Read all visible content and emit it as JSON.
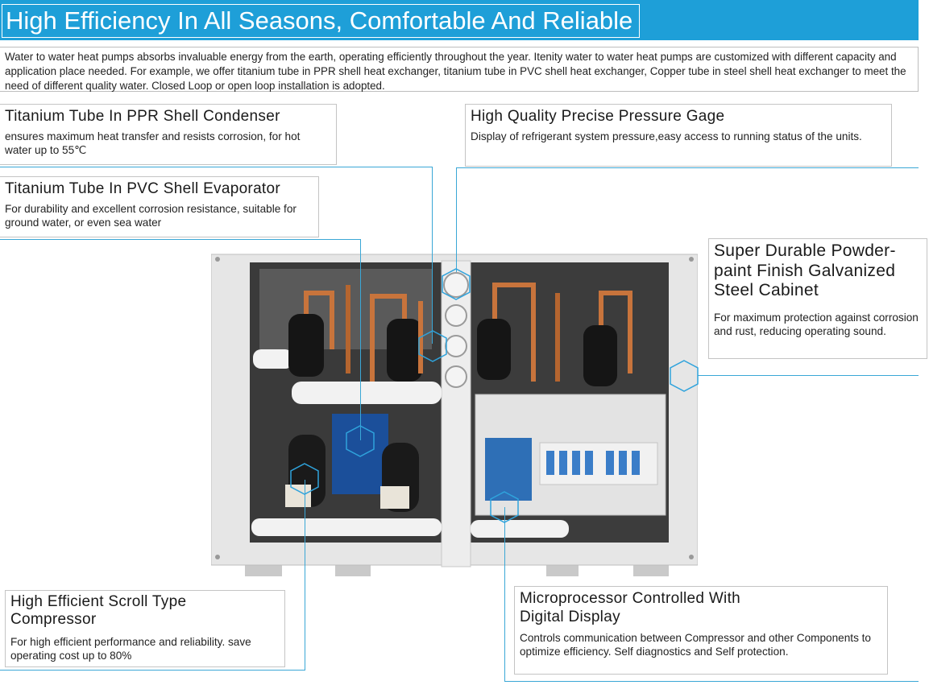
{
  "banner": {
    "title": "High Efficiency In All Seasons, Comfortable And Reliable",
    "color": "#1e9fd8"
  },
  "intro": {
    "text": "Water to water heat pumps absorbs invaluable energy from the earth, operating efficiently throughout the year. Itenity water to water heat pumps are customized with different capacity and application place needed. For example, we offer titanium tube in PPR shell heat exchanger, titanium tube in PVC shell heat exchanger, Copper tube in steel shell heat exchanger to meet the need of different quality water. Closed Loop or open loop installation is adopted."
  },
  "features": {
    "condenser": {
      "title": "Titanium Tube In PPR Shell Condenser",
      "desc": "ensures maximum heat transfer and resists corrosion, for hot water up to 55℃"
    },
    "evaporator": {
      "title": "Titanium Tube In PVC Shell Evaporator",
      "desc": "For durability and excellent corrosion resistance, suitable for ground water, or even sea water"
    },
    "gage": {
      "title": "High Quality Precise Pressure Gage",
      "desc": "Display of refrigerant system pressure,easy access to running status of the units."
    },
    "cabinet": {
      "title": "Super Durable Powder-paint Finish Galvanized Steel Cabinet",
      "desc": "For maximum protection against corrosion and rust, reducing operating sound."
    },
    "compressor": {
      "title": "High Efficient Scroll Type Compressor",
      "desc": "For high efficient performance and reliability. save operating cost up to 80%"
    },
    "microprocessor": {
      "title": "Microprocessor Controlled With Digital Display",
      "desc": "Controls communication between Compressor and other Components to optimize efficiency. Self diagnostics and Self protection."
    }
  },
  "colors": {
    "accent": "#1e9fd8",
    "leader": "#3aa7d6",
    "cabinet": "#e8e8e8"
  }
}
